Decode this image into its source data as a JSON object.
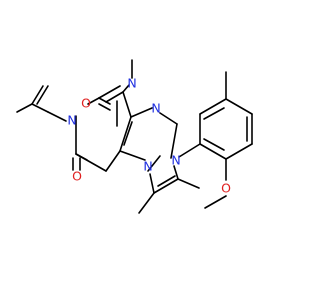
{
  "molecule": {
    "colors": {
      "carbon": "#000000",
      "nitrogen": "#1f2fe0",
      "oxygen": "#e01f1f",
      "background": "#ffffff"
    },
    "atom_labels": {
      "o_carbonyl_top": "O",
      "o_carbonyl_bottom": "O",
      "n_methyl": "N",
      "n_allyl": "N",
      "n_imine": "N",
      "n_fused": "N",
      "n_aryl": "N",
      "o_methoxy": "O"
    }
  }
}
